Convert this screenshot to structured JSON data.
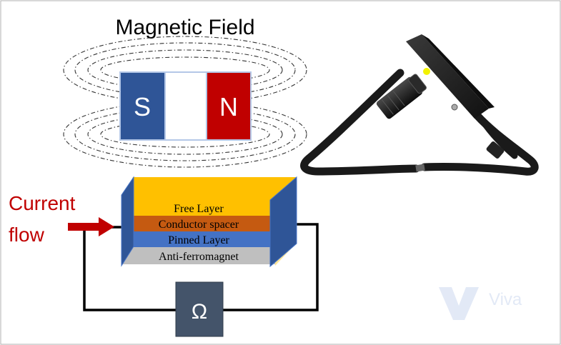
{
  "magnet": {
    "title": "Magnetic Field",
    "south_label": "S",
    "north_label": "N",
    "colors": {
      "south": "#2f5597",
      "north": "#c00000",
      "middle": "#ffffff"
    }
  },
  "current": {
    "label_line1": "Current",
    "label_line2": "flow",
    "color": "#c00000"
  },
  "stack": {
    "layers": [
      {
        "label": "Free Layer",
        "color": "#ffc000"
      },
      {
        "label": "Conductor spacer",
        "color": "#c55a11"
      },
      {
        "label": "Pinned Layer",
        "color": "#4472c4"
      },
      {
        "label": "Anti-ferromagnet",
        "color": "#bfbfbf"
      }
    ],
    "electrode_color": "#2f5597"
  },
  "meter": {
    "symbol": "Ω",
    "color": "#44546a"
  },
  "watermark": {
    "text": "Viva"
  }
}
